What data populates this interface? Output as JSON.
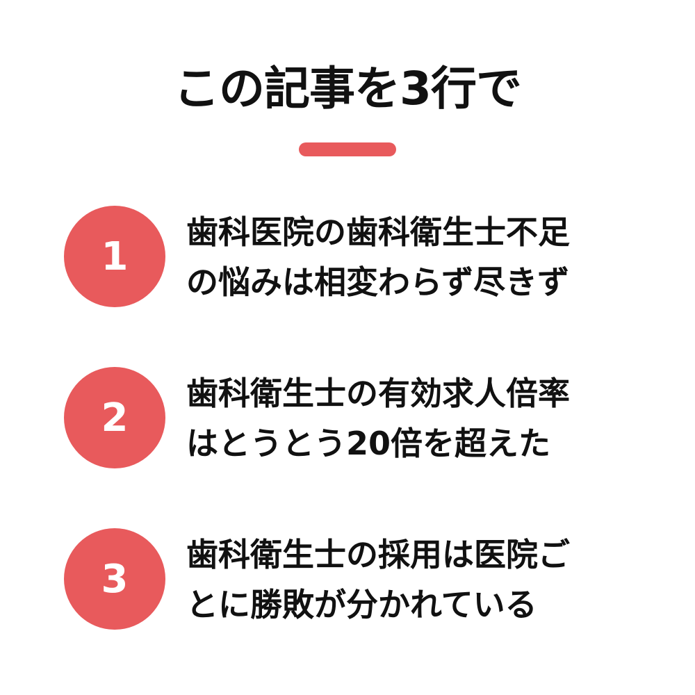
{
  "header": {
    "title": "この記事を3行で"
  },
  "colors": {
    "accent": "#e85a5c",
    "text": "#111111",
    "background": "#ffffff"
  },
  "points": [
    {
      "number": "1",
      "line1": "歯科医院の歯科衛生士不足",
      "line2": "の悩みは相変わらず尽きず"
    },
    {
      "number": "2",
      "line1": "歯科衛生士の有効求人倍率",
      "line2": "はとうとう20倍を超えた"
    },
    {
      "number": "3",
      "line1": "歯科衛生士の採用は医院ご",
      "line2": "とに勝敗が分かれている"
    }
  ]
}
